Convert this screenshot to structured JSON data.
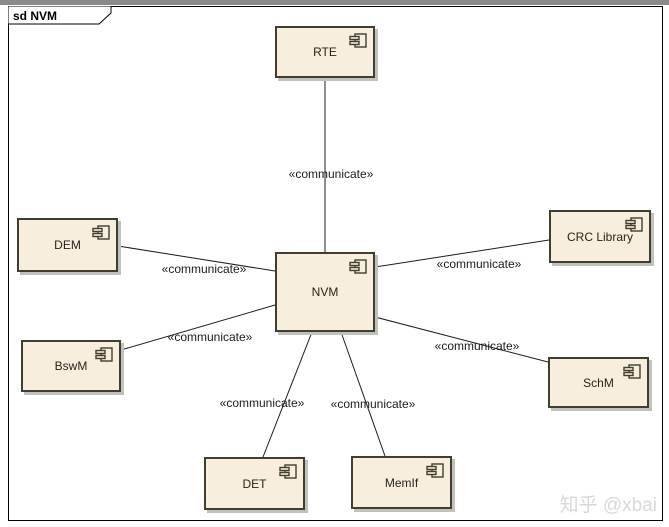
{
  "frame": {
    "title": "sd NVM"
  },
  "diagram": {
    "nodes": [
      {
        "id": "rte",
        "label": "RTE"
      },
      {
        "id": "dem",
        "label": "DEM"
      },
      {
        "id": "crc",
        "label": "CRC Library"
      },
      {
        "id": "nvm",
        "label": "NVM"
      },
      {
        "id": "bswm",
        "label": "BswM"
      },
      {
        "id": "schm",
        "label": "SchM"
      },
      {
        "id": "det",
        "label": "DET"
      },
      {
        "id": "memif",
        "label": "MemIf"
      }
    ],
    "edges": [
      {
        "from": "NVM",
        "to": "RTE",
        "label": "«communicate»"
      },
      {
        "from": "NVM",
        "to": "DEM",
        "label": "«communicate»"
      },
      {
        "from": "NVM",
        "to": "CRC Library",
        "label": "«communicate»"
      },
      {
        "from": "NVM",
        "to": "BswM",
        "label": "«communicate»"
      },
      {
        "from": "NVM",
        "to": "SchM",
        "label": "«communicate»"
      },
      {
        "from": "NVM",
        "to": "DET",
        "label": "«communicate»"
      },
      {
        "from": "NVM",
        "to": "MemIf",
        "label": "«communicate»"
      }
    ]
  },
  "colors": {
    "node_fill": "#f7eedd",
    "node_border": "#403d31",
    "node_shadow": "#c2c2bd",
    "frame_border": "#000000",
    "edge_line": "#1c1c1c",
    "watermark_text": "#d9d9d9"
  },
  "watermark": "知乎 @xbai"
}
